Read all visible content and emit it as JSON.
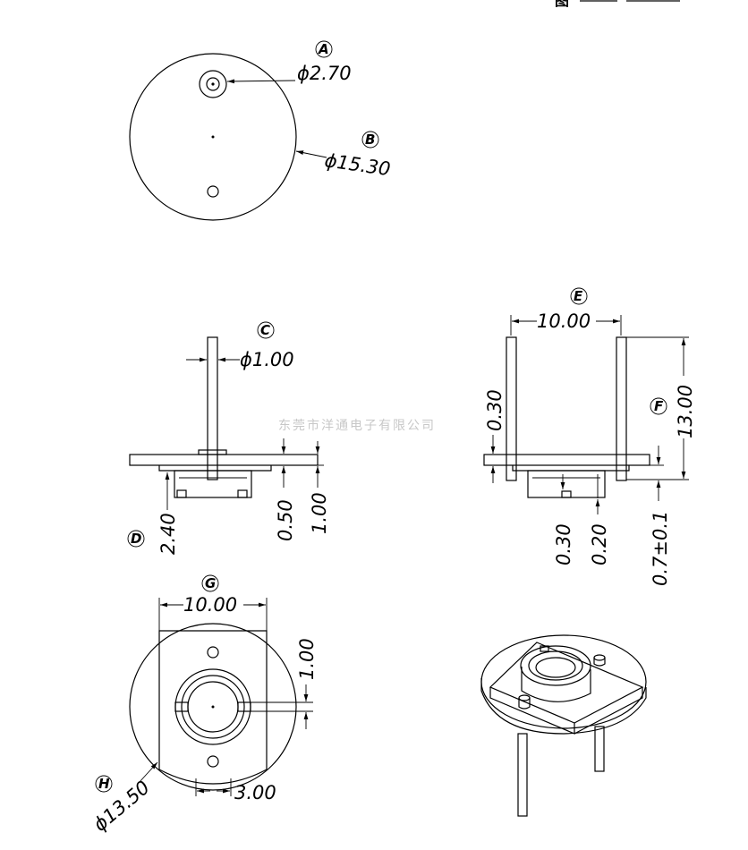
{
  "top_view": {
    "label_a": "A",
    "dim_a": "ϕ2.70",
    "label_b": "B",
    "dim_b": "ϕ15.30"
  },
  "side_view": {
    "label_c": "C",
    "dim_c": "ϕ1.00",
    "label_d": "D",
    "dim_d": "2.40",
    "dim_050": "0.50",
    "dim_100": "1.00"
  },
  "front_view": {
    "label_e": "E",
    "dim_e": "10.00",
    "dim_030_top": "0.30",
    "label_f": "F",
    "dim_f": "13.00",
    "dim_030_bottom": "0.30",
    "dim_020": "0.20",
    "dim_07": "0.7±0.1"
  },
  "bottom_view": {
    "label_g": "G",
    "dim_g": "10.00",
    "dim_100": "1.00",
    "dim_300": "3.00",
    "label_h": "H",
    "dim_h": "ϕ13.50"
  },
  "watermark": "东莞市洋通电子有限公司",
  "header_fragment": "图"
}
